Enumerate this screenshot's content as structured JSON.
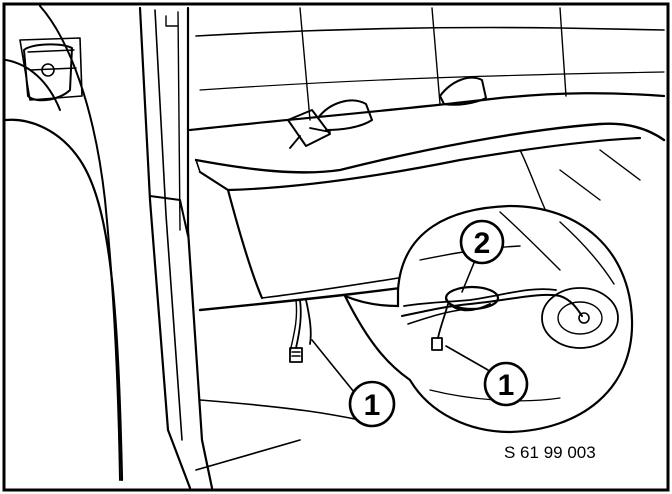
{
  "callouts": [
    {
      "id": "callout-1-main",
      "label": "1"
    },
    {
      "id": "callout-2-detail",
      "label": "2"
    },
    {
      "id": "callout-1-detail",
      "label": "1"
    }
  ],
  "reference_number": "S 61 99 003"
}
